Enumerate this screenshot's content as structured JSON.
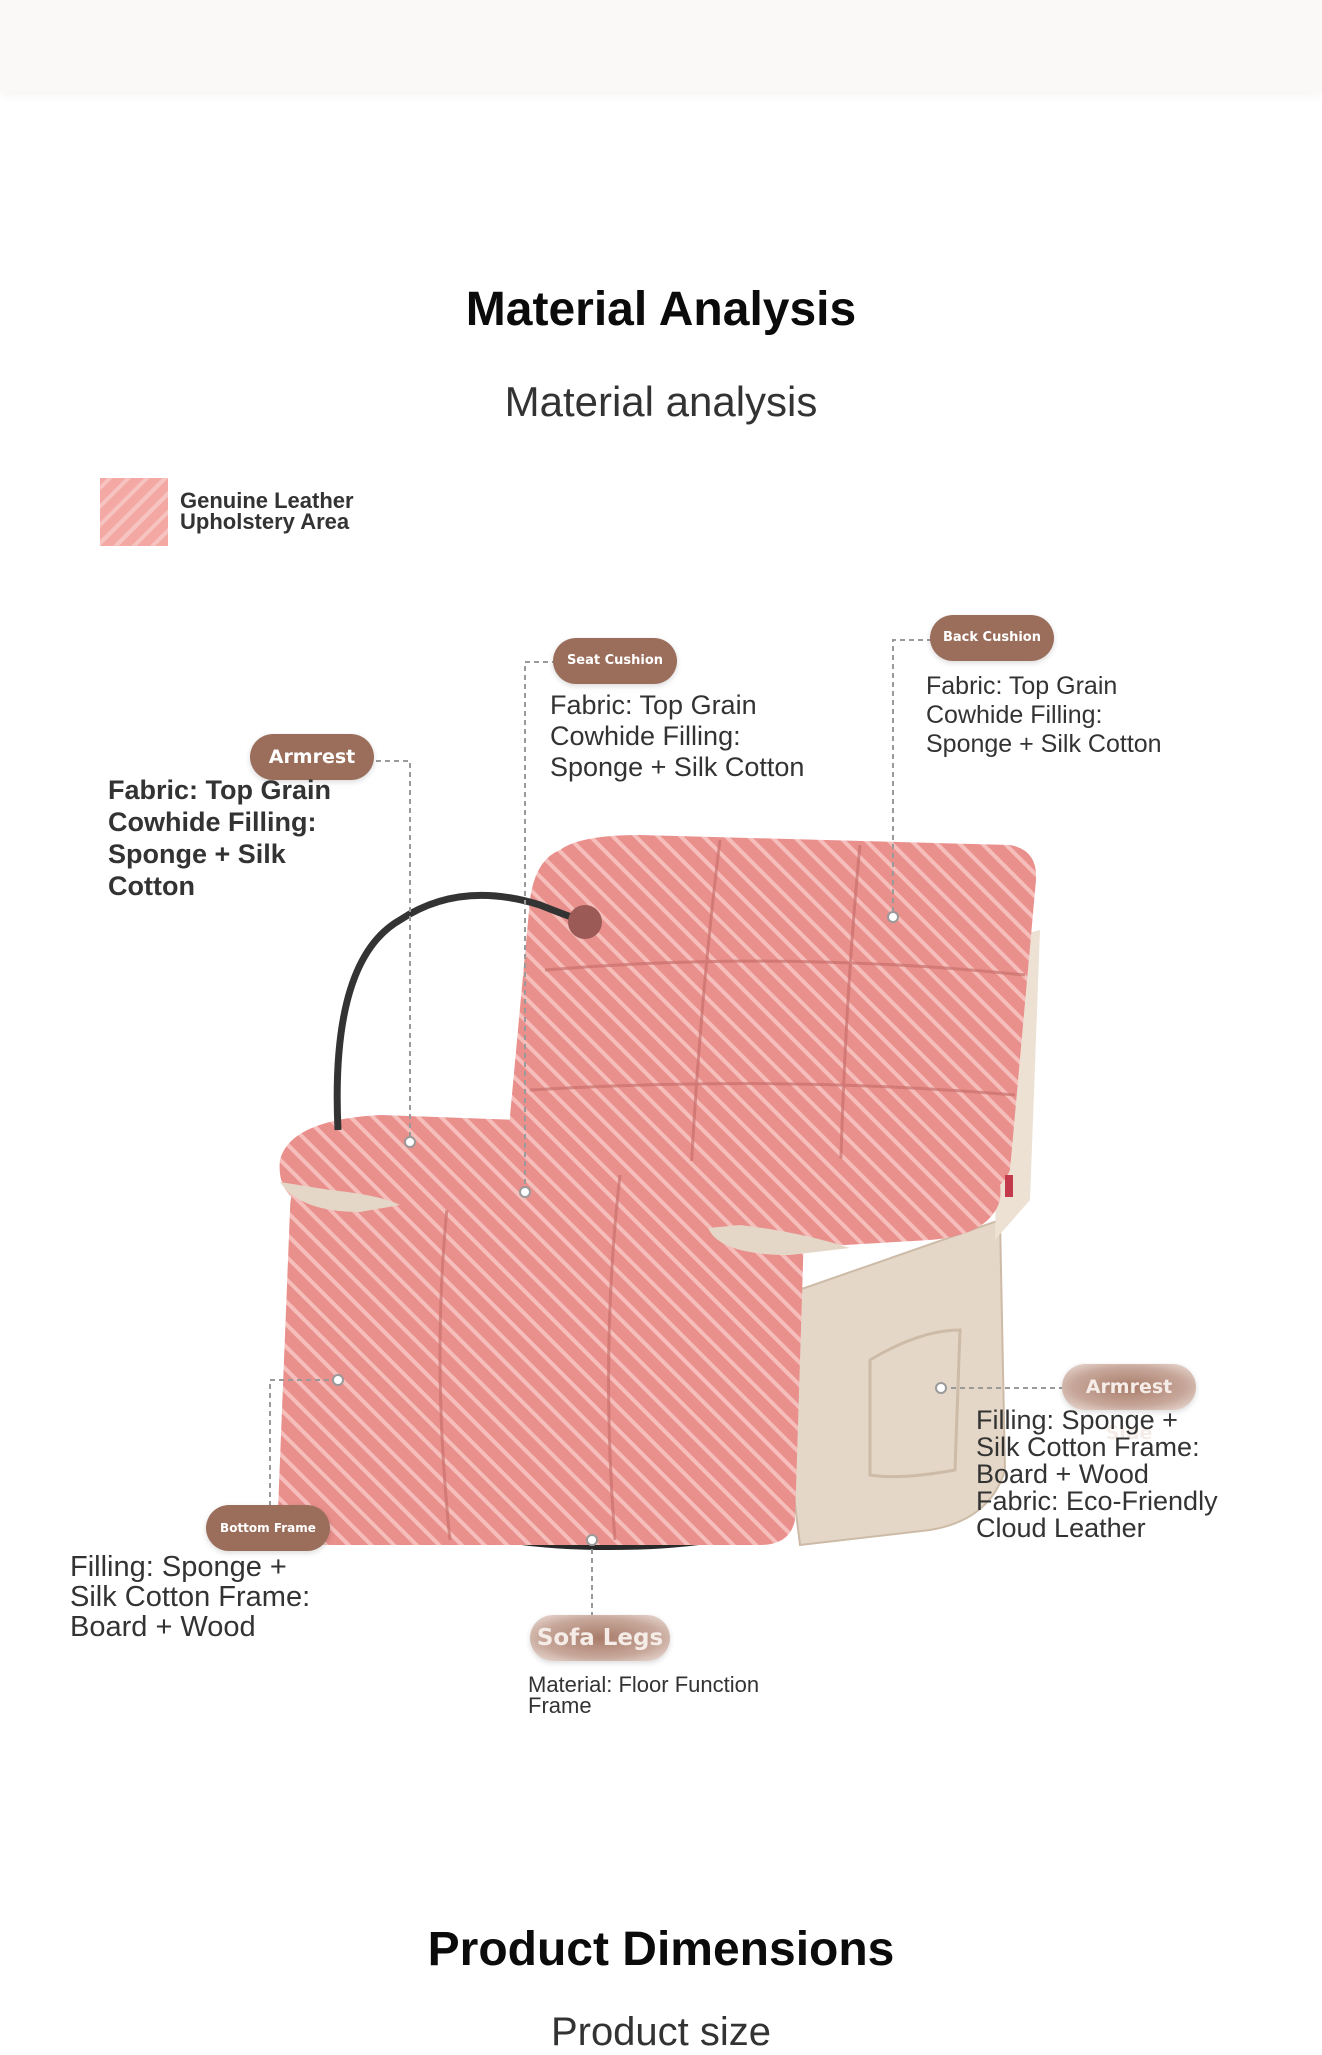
{
  "section1": {
    "title": "Material Analysis",
    "subtitle": "Material analysis"
  },
  "legend": {
    "label_line1": "Genuine Leather",
    "label_line2": "Upholstery Area",
    "swatch_color": "#f3a8a4"
  },
  "callouts": {
    "armrest": {
      "tag": "Armrest",
      "lines": [
        "Fabric: Top Grain",
        "Cowhide Filling:",
        "Sponge + Silk",
        "Cotton"
      ]
    },
    "seat_cushion": {
      "tag": "Seat Cushion",
      "lines": [
        "Fabric: Top Grain",
        "Cowhide Filling:",
        "Sponge + Silk Cotton"
      ]
    },
    "back_cushion": {
      "tag": "Back Cushion",
      "lines": [
        "Fabric: Top Grain",
        "Cowhide Filling:",
        "Sponge + Silk Cotton"
      ]
    },
    "armrest_side": {
      "tag": "Armrest Side",
      "lines": [
        "Filling: Sponge +",
        "Silk Cotton Frame:",
        "Board + Wood",
        "Fabric: Eco-Friendly",
        "Cloud Leather"
      ]
    },
    "bottom_frame": {
      "tag": "Bottom Frame",
      "lines": [
        "Filling: Sponge +",
        "Silk Cotton Frame:",
        "Board + Wood"
      ]
    },
    "sofa_legs": {
      "tag": "Sofa Legs",
      "lines": [
        "Material: Floor Function",
        "Frame"
      ]
    }
  },
  "section2": {
    "title": "Product Dimensions",
    "subtitle": "Product size"
  },
  "colors": {
    "pill": "#9b6e5c",
    "leather": "#e98f8c",
    "side": "#e4d7c7"
  }
}
